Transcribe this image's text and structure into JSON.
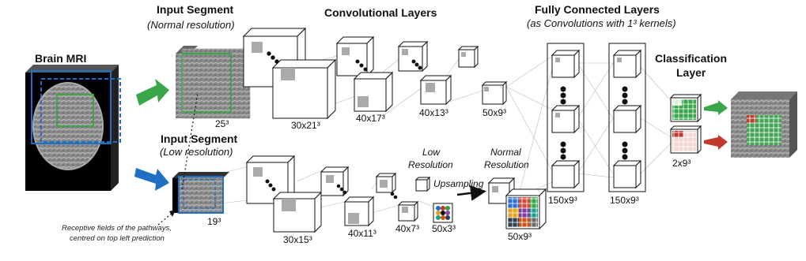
{
  "labels": {
    "brain_mri": "Brain MRI",
    "input_segment_normal_title": "Input Segment",
    "input_segment_normal_sub": "(Normal resolution)",
    "input_segment_low_title": "Input Segment",
    "input_segment_low_sub": "(Low resolution)",
    "conv_layers": "Convolutional Layers",
    "fc_layers": "Fully Connected Layers",
    "fc_sub": "(as Convolutions with 1³ kernels)",
    "classification_line1": "Classification",
    "classification_line2": "Layer",
    "low_resolution_line1": "Low",
    "low_resolution_line2": "Resolution",
    "normal_resolution_line1": "Normal",
    "normal_resolution_line2": "Resolution",
    "upsampling": "Upsampling",
    "receptive_line1": "Receptive fields of the pathways,",
    "receptive_line2": "centred on top left prediction"
  },
  "dimensions": {
    "input_normal": "25³",
    "conv_n1": "30x21³",
    "conv_n2": "40x17³",
    "conv_n3": "40x13³",
    "conv_n4": "50x9³",
    "input_low": "19³",
    "conv_l1": "30x15³",
    "conv_l2": "40x11³",
    "conv_l3": "40x7³",
    "conv_l4": "50x3³",
    "upsampled": "50x9³",
    "fc1": "150x9³",
    "fc2": "150x9³",
    "output": "2x9³"
  },
  "colors": {
    "normal_pathway": "#3aa64a",
    "low_pathway": "#1f6fc4",
    "prediction_red": "#c0392b"
  }
}
